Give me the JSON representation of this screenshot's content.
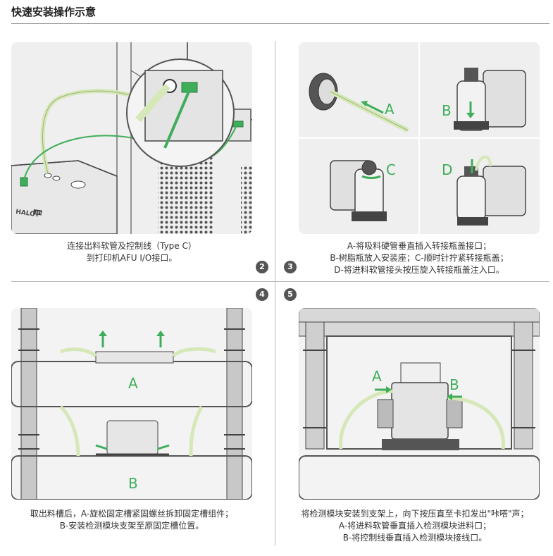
{
  "page": {
    "title": "快速安装操作示意"
  },
  "steps": [
    {
      "number": "2",
      "caption_lines": [
        "连接出料软管及控制线（Type C）",
        "到打印机AFU I/O接口。"
      ],
      "device_label": "HALOT",
      "device_badge": "AFU"
    },
    {
      "number": "3",
      "caption_lines": [
        "A-将吸料硬管垂直插入转接瓶盖接口；",
        "B-树脂瓶放入安装座；C-顺时针拧紧转接瓶盖；",
        "D-将进料软管接头按压旋入转接瓶盖注入口。"
      ],
      "labels": [
        "A",
        "B",
        "C",
        "D"
      ]
    },
    {
      "number": "4",
      "caption_lines": [
        "取出料槽后，A-旋松固定槽紧固螺丝拆卸固定槽组件；",
        "B-安装检测模块支架至原固定槽位置。"
      ],
      "labels": [
        "A",
        "B"
      ]
    },
    {
      "number": "5",
      "caption_lines": [
        "将检测模块安装到支架上，向下按压直至卡扣发出\"咔嗒\"声；",
        "A-将进料软管垂直插入检测模块进料口；",
        "B-将控制线垂直插入检测模块接线口。"
      ],
      "labels": [
        "A",
        "B"
      ]
    }
  ],
  "colors": {
    "accent_green": "#3fae5a",
    "badge_gray": "#555555",
    "panel_bg": "#efefef",
    "line_gray": "#555555"
  }
}
